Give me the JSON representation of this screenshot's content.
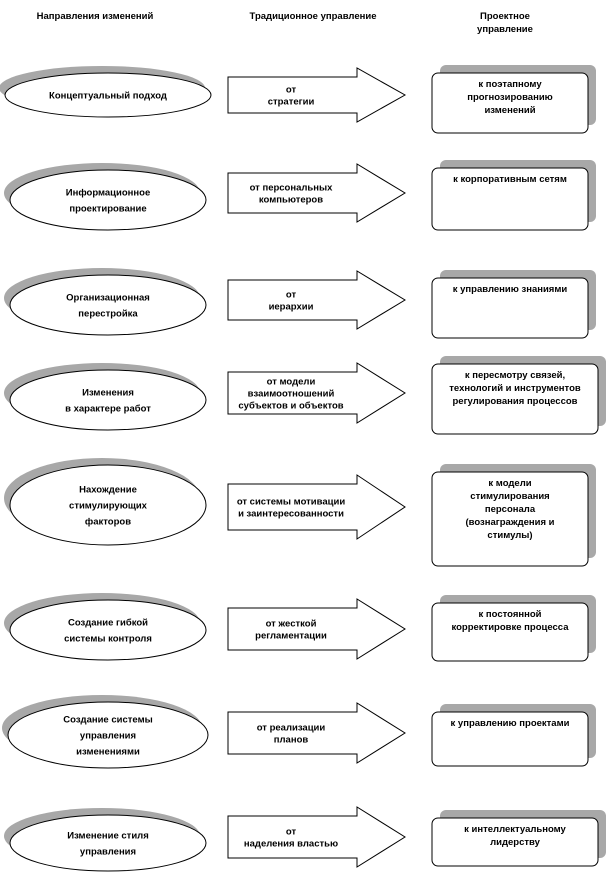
{
  "headers": {
    "directions": "Направления изменений",
    "traditional": "Традиционное управление",
    "project": [
      "Проектное",
      "управление"
    ]
  },
  "rows": [
    {
      "direction": [
        "Концептуальный подход"
      ],
      "traditional": [
        "от",
        "стратегии"
      ],
      "project": [
        "к   поэтапному",
        "прогнозированию",
        "изменений"
      ]
    },
    {
      "direction": [
        "Информационное",
        "проектирование"
      ],
      "traditional": [
        "от персональных",
        "компьютеров"
      ],
      "project": [
        "к корпоративным сетям"
      ]
    },
    {
      "direction": [
        "Организационная",
        "перестройка"
      ],
      "traditional": [
        "от",
        "иерархии"
      ],
      "project": [
        "к управлению знаниями"
      ]
    },
    {
      "direction": [
        "Изменения",
        "в характере работ"
      ],
      "traditional": [
        "от модели",
        "взаимоотношений",
        "субъектов и объектов"
      ],
      "project": [
        "к пересмотру связей,",
        "технологий и инструментов",
        "регулирования процессов"
      ]
    },
    {
      "direction": [
        "Нахождение",
        "стимулирующих",
        "факторов"
      ],
      "traditional": [
        "от  системы мотивации",
        "и заинтересованности"
      ],
      "project": [
        "к модели",
        "стимулирования",
        "персонала",
        "(вознаграждения и",
        "стимулы)"
      ]
    },
    {
      "direction": [
        "Создание гибкой",
        "системы контроля"
      ],
      "traditional": [
        "от жесткой",
        "регламентации"
      ],
      "project": [
        "к постоянной",
        "корректировке процесса"
      ]
    },
    {
      "direction": [
        "Создание системы",
        "управления",
        "изменениями"
      ],
      "traditional": [
        "от реализации",
        "планов"
      ],
      "project": [
        "к управлению проектами"
      ]
    },
    {
      "direction": [
        "Изменение стиля",
        "управления"
      ],
      "traditional": [
        "от",
        "наделения властью"
      ],
      "project": [
        "к интеллектуальному",
        "лидерству"
      ]
    }
  ]
}
